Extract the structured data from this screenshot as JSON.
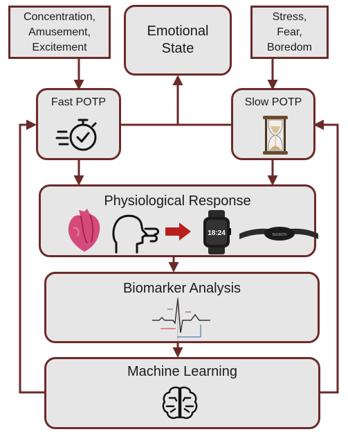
{
  "diagram": {
    "triggers_left": [
      "Concentration,",
      "Amusement,",
      "Excitement"
    ],
    "triggers_right": [
      "Stress,",
      "Fear,",
      "Boredom"
    ],
    "emotional_state": [
      "Emotional",
      "State"
    ],
    "fast_potp": "Fast POTP",
    "slow_potp": "Slow POTP",
    "physiological_response": "Physiological Response",
    "biomarker_analysis": "Biomarker Analysis",
    "machine_learning": "Machine Learning",
    "watch_time": "18:24",
    "strap_brand": "SUUNTO",
    "colors": {
      "border": "#6b2a2a",
      "fill": "#e7e6e6",
      "arrow": "#6b2a2a"
    }
  }
}
